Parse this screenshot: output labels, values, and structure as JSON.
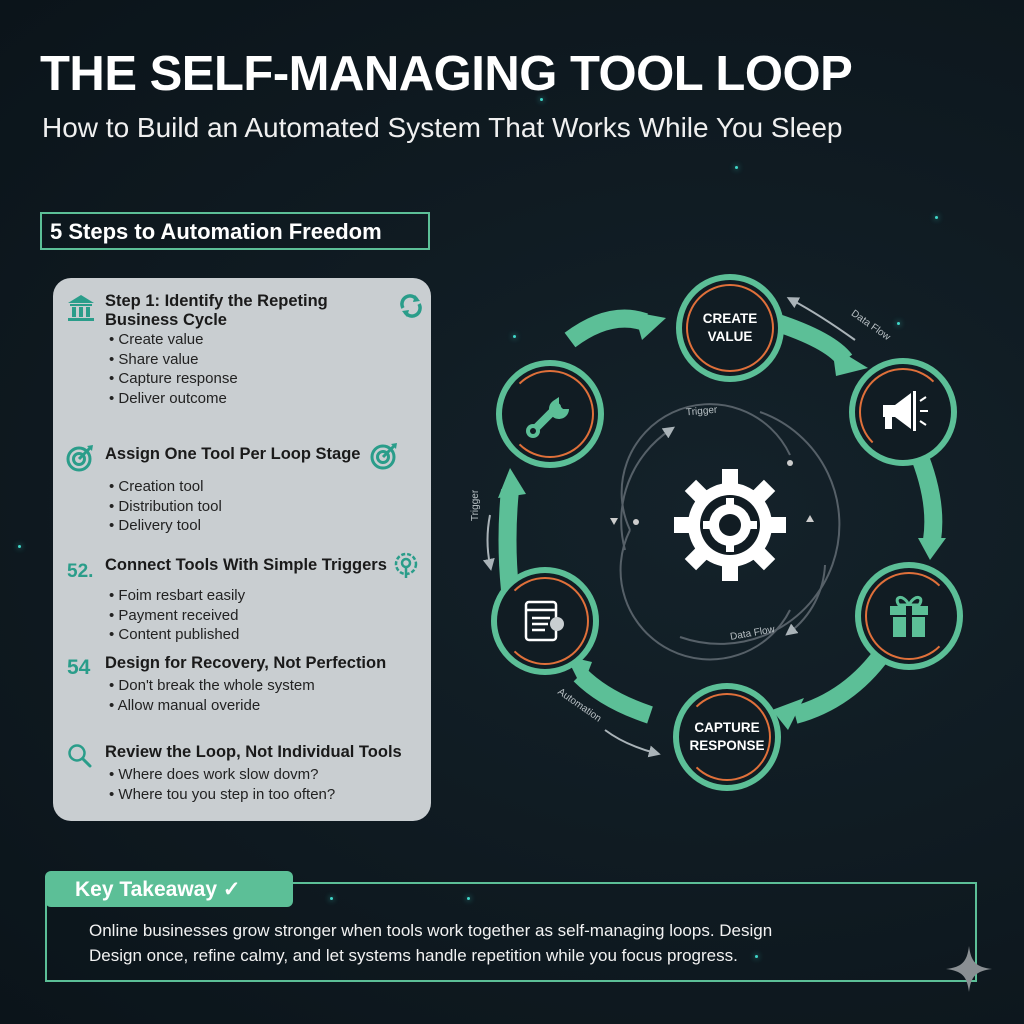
{
  "header": {
    "title": "THE SELF-MANAGING TOOL LOOP",
    "subtitle": "How to Build an Automated System That Works While You Sleep"
  },
  "steps_section": {
    "heading": "5 Steps to Automation Freedom",
    "steps": [
      {
        "icon": "bank-icon",
        "right_icon": "refresh-icon",
        "title": "Step 1: Identify the Repeting Business Cycle",
        "bullets": [
          "Create value",
          "Share value",
          "Capture response",
          "Deliver outcome"
        ]
      },
      {
        "icon": "target-icon",
        "right_icon": "target-icon",
        "title": "Assign One Tool Per Loop Stage",
        "bullets": [
          "Creation tool",
          "Distribution tool",
          "Delivery tool"
        ]
      },
      {
        "number": "52.",
        "right_icon": "gear-pin-icon",
        "title": "Connect Tools With Simple Triggers",
        "bullets": [
          "Foim resbart easily",
          "Payment received",
          "Content published"
        ]
      },
      {
        "number": "54",
        "title": "Design for Recovery, Not Perfection",
        "bullets": [
          "Don't break the whole system",
          "Allow manual overide"
        ]
      },
      {
        "icon": "search-icon",
        "title": "Review the Loop, Not Individual Tools",
        "bullets": [
          "Where does work slow dovm?",
          "Where tou you step in too often?"
        ]
      }
    ]
  },
  "diagram": {
    "nodes": [
      {
        "id": "create",
        "label_line1": "CREATE",
        "label_line2": "VALUE"
      },
      {
        "id": "share",
        "icon": "megaphone-icon"
      },
      {
        "id": "deliver",
        "icon": "gift-icon"
      },
      {
        "id": "capture",
        "label_line1": "CAPTURE",
        "label_line2": "RESPONSE"
      },
      {
        "id": "form",
        "icon": "document-icon"
      },
      {
        "id": "tool",
        "icon": "wrench-icon"
      }
    ],
    "center_icon": "gear-cycle-icon",
    "flow_labels": {
      "top_right": "Data Flow",
      "inner_top": "Trigger",
      "inner_bottom": "Data Flow",
      "left": "Trigger",
      "bottom_left": "Automation"
    },
    "colors": {
      "ring": "#5cbf97",
      "accent": "#e0703a",
      "node_bg": "#111c23"
    }
  },
  "takeaway": {
    "label": "Key Takeaway ✓",
    "line1": "Online businesses grow stronger when tools work together as self-managing loops. Design",
    "line2": "Design once, refine calmy, and let systems handle repetition while you focus progress."
  }
}
